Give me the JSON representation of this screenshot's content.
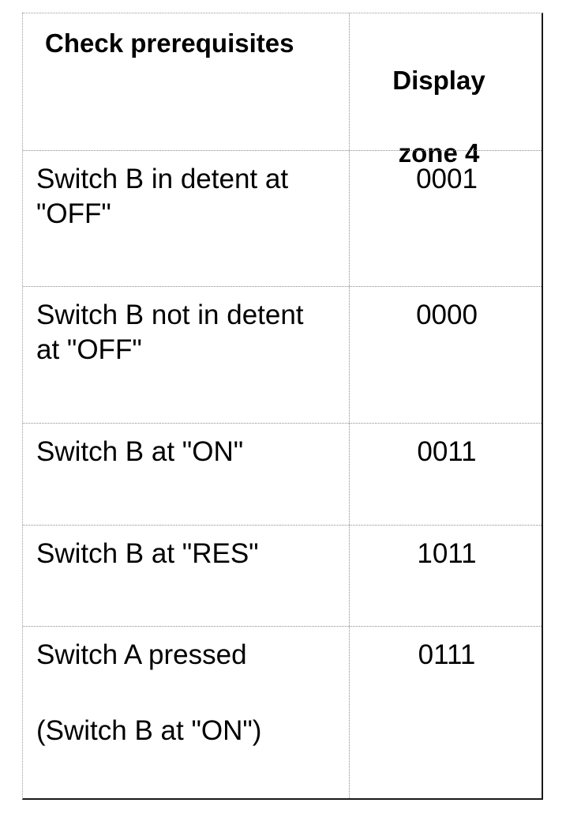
{
  "table": {
    "header": {
      "col1": "Check prerequisites",
      "col2_line1": "Display",
      "col2_line2": "zone 4"
    },
    "rows": [
      {
        "condition_lines": [
          "Switch B in detent at",
          "\"OFF\""
        ],
        "value": "0001"
      },
      {
        "condition_lines": [
          "Switch B not in detent",
          "at \"OFF\""
        ],
        "value": "0000"
      },
      {
        "condition_lines": [
          "Switch B at \"ON\""
        ],
        "value": "0011"
      },
      {
        "condition_lines": [
          "Switch B at \"RES\""
        ],
        "value": "1011"
      },
      {
        "condition_lines": [
          "Switch A pressed",
          "(Switch B at \"ON\")"
        ],
        "value": "0111"
      }
    ]
  }
}
